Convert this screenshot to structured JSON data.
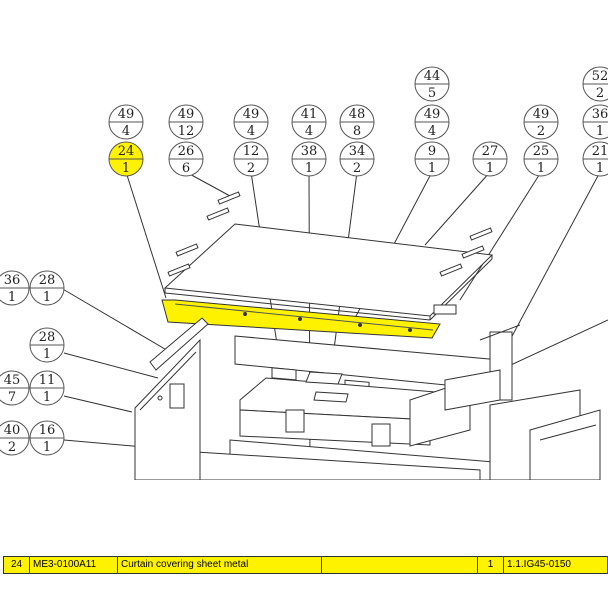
{
  "balloons": [
    {
      "id": "b-49-4-a",
      "top": "49",
      "bottom": "4",
      "highlight": false
    },
    {
      "id": "b-24-1",
      "top": "24",
      "bottom": "1",
      "highlight": true
    },
    {
      "id": "b-49-12",
      "top": "49",
      "bottom": "12",
      "highlight": false
    },
    {
      "id": "b-26-6",
      "top": "26",
      "bottom": "6",
      "highlight": false
    },
    {
      "id": "b-49-4-b",
      "top": "49",
      "bottom": "4",
      "highlight": false
    },
    {
      "id": "b-12-2",
      "top": "12",
      "bottom": "2",
      "highlight": false
    },
    {
      "id": "b-41-4",
      "top": "41",
      "bottom": "4",
      "highlight": false
    },
    {
      "id": "b-38-1",
      "top": "38",
      "bottom": "1",
      "highlight": false
    },
    {
      "id": "b-48-8",
      "top": "48",
      "bottom": "8",
      "highlight": false
    },
    {
      "id": "b-34-2",
      "top": "34",
      "bottom": "2",
      "highlight": false
    },
    {
      "id": "b-44-5",
      "top": "44",
      "bottom": "5",
      "highlight": false
    },
    {
      "id": "b-49-4-c",
      "top": "49",
      "bottom": "4",
      "highlight": false
    },
    {
      "id": "b-9-1",
      "top": "9",
      "bottom": "1",
      "highlight": false
    },
    {
      "id": "b-27-1",
      "top": "27",
      "bottom": "1",
      "highlight": false
    },
    {
      "id": "b-49-2",
      "top": "49",
      "bottom": "2",
      "highlight": false
    },
    {
      "id": "b-25-1",
      "top": "25",
      "bottom": "1",
      "highlight": false
    },
    {
      "id": "b-52-2",
      "top": "52",
      "bottom": "2",
      "highlight": false
    },
    {
      "id": "b-36-1-r",
      "top": "36",
      "bottom": "1",
      "highlight": false
    },
    {
      "id": "b-21-1",
      "top": "21",
      "bottom": "1",
      "highlight": false
    },
    {
      "id": "b-36-1-l",
      "top": "36",
      "bottom": "1",
      "highlight": false
    },
    {
      "id": "b-28-1-a",
      "top": "28",
      "bottom": "1",
      "highlight": false
    },
    {
      "id": "b-28-1-b",
      "top": "28",
      "bottom": "1",
      "highlight": false
    },
    {
      "id": "b-45-7",
      "top": "45",
      "bottom": "7",
      "highlight": false
    },
    {
      "id": "b-11-1",
      "top": "11",
      "bottom": "1",
      "highlight": false
    },
    {
      "id": "b-40-2",
      "top": "40",
      "bottom": "2",
      "highlight": false
    },
    {
      "id": "b-16-1",
      "top": "16",
      "bottom": "1",
      "highlight": false
    }
  ],
  "parts_table": {
    "rows": [
      {
        "item": "24",
        "code": "ME3-0100A11",
        "description": "Curtain covering sheet metal",
        "spec": "",
        "qty": "1",
        "ref": "1.1.IG45-0150"
      }
    ]
  },
  "colors": {
    "highlight": "#fff200",
    "line": "#333333",
    "balloon_border": "#555555"
  }
}
